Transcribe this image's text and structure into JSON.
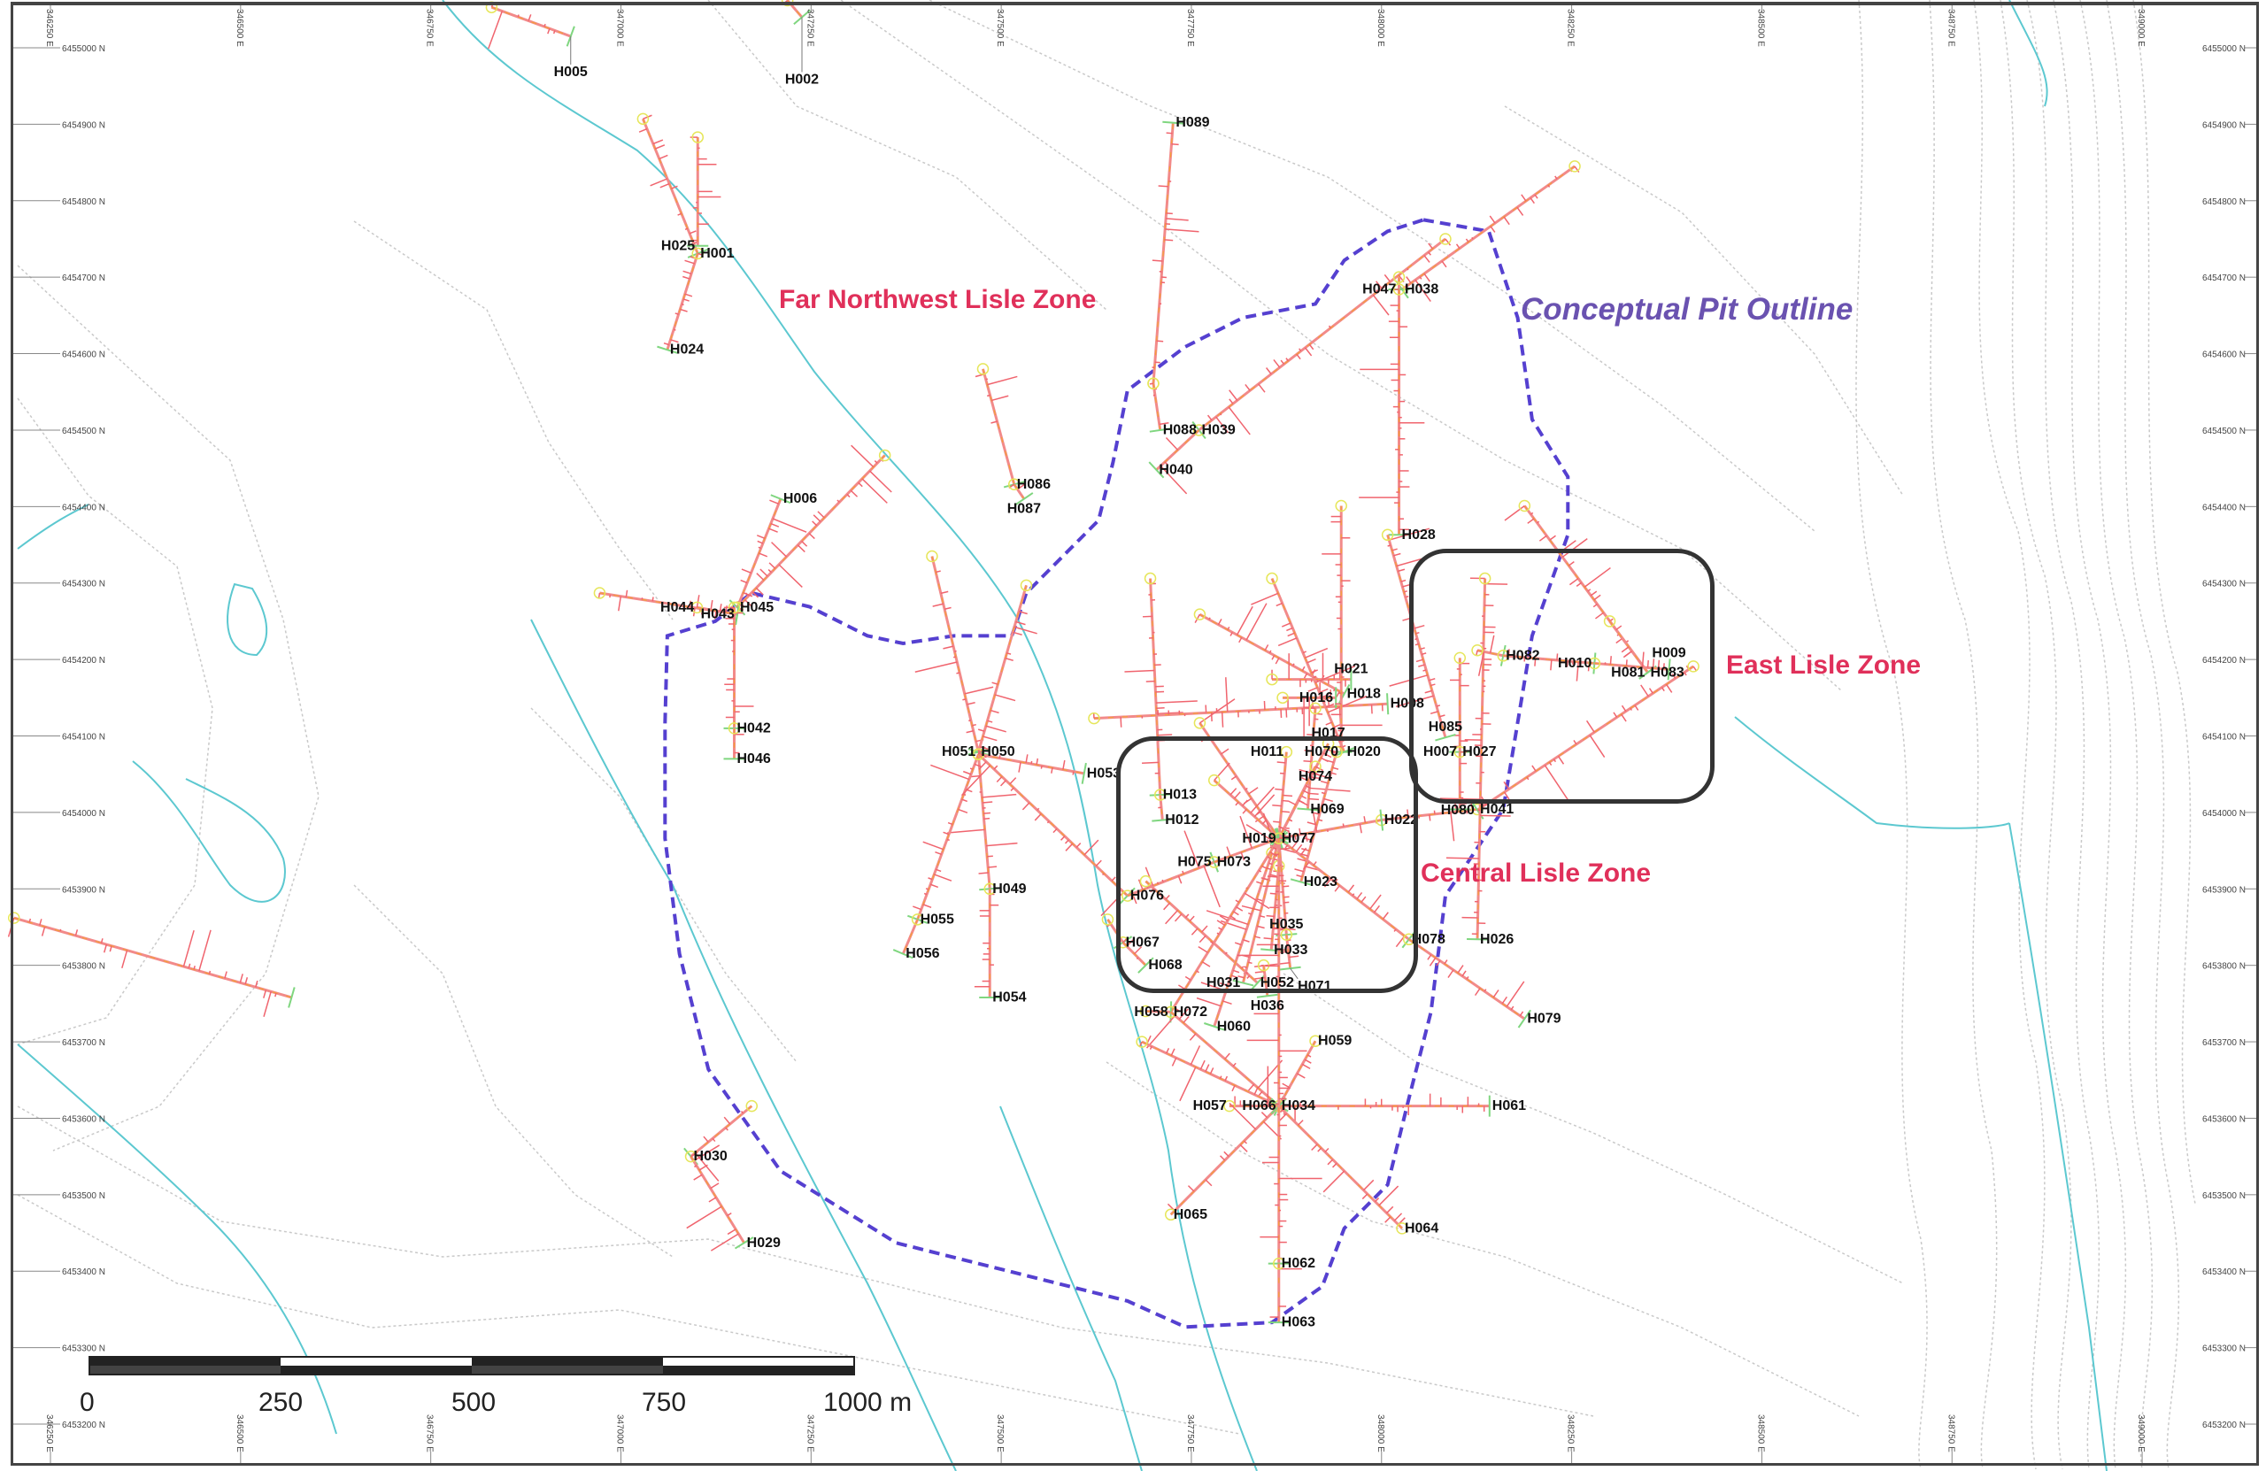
{
  "map": {
    "easting_ticks": [
      346250,
      346500,
      346750,
      347000,
      347250,
      347500,
      347750,
      348000,
      348250,
      348500,
      348750,
      349000
    ],
    "northing_ticks": [
      6455000,
      6454900,
      6454800,
      6454700,
      6454600,
      6454500,
      6454400,
      6454300,
      6454200,
      6454100,
      6454000,
      6453900,
      6453800,
      6453700,
      6453600,
      6453500,
      6453400,
      6453300,
      6453200
    ],
    "easting_suffix": " E",
    "northing_suffix": " N",
    "colors": {
      "trace": "#f28a8a",
      "assay": "#f0646e",
      "highlight": "#f5a623",
      "pit": "#5540d0",
      "zone_text": "#e0305a",
      "stream": "#5cc8d0",
      "contour": "#c8c8c8"
    }
  },
  "zones": {
    "far_northwest": "Far Northwest Lisle Zone",
    "pit_outline": "Conceptual Pit Outline",
    "east": "East Lisle Zone",
    "central": "Central Lisle Zone"
  },
  "scale_bar": {
    "labels": [
      "0",
      "250",
      "500",
      "750",
      "1000 m"
    ]
  },
  "pit_outline": [
    [
      348055,
      6454775
    ],
    [
      348141,
      6454760
    ],
    [
      348179,
      6454647
    ],
    [
      348198,
      6454514
    ],
    [
      348245,
      6454439
    ],
    [
      348245,
      6454363
    ],
    [
      348198,
      6454231
    ],
    [
      348160,
      6454004
    ],
    [
      348084,
      6453891
    ],
    [
      348065,
      6453739
    ],
    [
      348036,
      6453626
    ],
    [
      348008,
      6453513
    ],
    [
      347951,
      6453456
    ],
    [
      347922,
      6453380
    ],
    [
      347856,
      6453333
    ],
    [
      347742,
      6453327
    ],
    [
      347666,
      6453361
    ],
    [
      347514,
      6453399
    ],
    [
      347362,
      6453437
    ],
    [
      347210,
      6453531
    ],
    [
      347115,
      6453664
    ],
    [
      347077,
      6453815
    ],
    [
      347058,
      6453966
    ],
    [
      347058,
      6454117
    ],
    [
      347061,
      6454231
    ],
    [
      347124,
      6454250
    ],
    [
      347172,
      6454287
    ],
    [
      347248,
      6454269
    ],
    [
      347324,
      6454231
    ],
    [
      347371,
      6454221
    ],
    [
      347438,
      6454231
    ],
    [
      347514,
      6454231
    ],
    [
      347533,
      6454287
    ],
    [
      347590,
      6454344
    ],
    [
      347628,
      6454382
    ],
    [
      347647,
      6454458
    ],
    [
      347666,
      6454552
    ],
    [
      347742,
      6454609
    ],
    [
      347818,
      6454647
    ],
    [
      347913,
      6454665
    ],
    [
      347951,
      6454722
    ],
    [
      348008,
      6454760
    ],
    [
      348055,
      6454775
    ]
  ],
  "drillholes": [
    {
      "id": "H005",
      "collar": [
        346830,
        6455053
      ],
      "end": [
        346934,
        6455015
      ]
    },
    {
      "id": "H002",
      "collar": [
        347219,
        6455062
      ],
      "end": [
        347238,
        6455040
      ]
    },
    {
      "id": "H001",
      "collar": [
        347029,
        6454907
      ],
      "end": [
        347101,
        6454731
      ]
    },
    {
      "id": "H025",
      "collar": [
        347101,
        6454883
      ],
      "end": [
        347101,
        6454741
      ]
    },
    {
      "id": "H024",
      "collar": [
        347101,
        6454731
      ],
      "end": [
        347061,
        6454605
      ]
    },
    {
      "id": "H089",
      "collar": [
        347700,
        6454561
      ],
      "end": [
        347726,
        6454902
      ]
    },
    {
      "id": "H088",
      "collar": [
        347700,
        6454561
      ],
      "end": [
        347709,
        6454500
      ]
    },
    {
      "id": "H086",
      "collar": [
        347476,
        6454580
      ],
      "end": [
        347517,
        6454429
      ]
    },
    {
      "id": "H087",
      "collar": [
        347517,
        6454429
      ],
      "end": [
        347530,
        6454410
      ]
    },
    {
      "id": "H038",
      "collar": [
        348254,
        6454845
      ],
      "end": [
        348027,
        6454684
      ]
    },
    {
      "id": "H039",
      "collar": [
        348084,
        6454750
      ],
      "end": [
        347760,
        6454500
      ]
    },
    {
      "id": "H040",
      "collar": [
        347760,
        6454500
      ],
      "end": [
        347704,
        6454448
      ]
    },
    {
      "id": "H047",
      "collar": [
        348023,
        6454700
      ],
      "end": [
        348023,
        6454684
      ]
    },
    {
      "id": "H028",
      "collar": [
        348023,
        6454684
      ],
      "end": [
        348023,
        6454363
      ]
    },
    {
      "id": "H045",
      "collar": [
        347347,
        6454467
      ],
      "end": [
        347153,
        6454268
      ]
    },
    {
      "id": "H006",
      "collar": [
        347153,
        6454268
      ],
      "end": [
        347210,
        6454410
      ]
    },
    {
      "id": "H043",
      "collar": [
        346972,
        6454287
      ],
      "end": [
        347153,
        6454259
      ]
    },
    {
      "id": "H044",
      "collar": [
        347100,
        6454268
      ],
      "end": [
        347153,
        6454259
      ]
    },
    {
      "id": "H042",
      "collar": [
        347149,
        6454268
      ],
      "end": [
        347149,
        6454110
      ]
    },
    {
      "id": "H046",
      "collar": [
        347149,
        6454110
      ],
      "end": [
        347149,
        6454070
      ]
    },
    {
      "id": "H050",
      "collar": [
        347409,
        6454335
      ],
      "end": [
        347470,
        6454079
      ]
    },
    {
      "id": "H051",
      "collar": [
        347533,
        6454297
      ],
      "end": [
        347470,
        6454079
      ]
    },
    {
      "id": "H053",
      "collar": [
        347470,
        6454076
      ],
      "end": [
        347609,
        6454051
      ]
    },
    {
      "id": "H049",
      "collar": [
        347470,
        6454076
      ],
      "end": [
        347485,
        6453900
      ]
    },
    {
      "id": "H054",
      "collar": [
        347485,
        6453900
      ],
      "end": [
        347485,
        6453758
      ]
    },
    {
      "id": "H055",
      "collar": [
        347470,
        6454076
      ],
      "end": [
        347390,
        6453860
      ]
    },
    {
      "id": "H056",
      "collar": [
        347390,
        6453860
      ],
      "end": [
        347371,
        6453815
      ]
    },
    {
      "id": "H076",
      "collar": [
        347470,
        6454076
      ],
      "end": [
        347666,
        6453891
      ]
    },
    {
      "id": "H013",
      "collar": [
        347696,
        6454306
      ],
      "end": [
        347709,
        6454023
      ]
    },
    {
      "id": "H012",
      "collar": [
        347709,
        6454023
      ],
      "end": [
        347712,
        6453990
      ]
    },
    {
      "id": "H008",
      "collar": [
        347622,
        6454123
      ],
      "end": [
        348008,
        6454142
      ]
    },
    {
      "id": "H018",
      "collar": [
        347761,
        6454259
      ],
      "end": [
        347951,
        6454155
      ]
    },
    {
      "id": "H021",
      "collar": [
        347856,
        6454174
      ],
      "end": [
        347960,
        6454174
      ]
    },
    {
      "id": "H016",
      "collar": [
        347870,
        6454150
      ],
      "end": [
        347940,
        6454150
      ]
    },
    {
      "id": "H020",
      "collar": [
        347856,
        6454306
      ],
      "end": [
        347951,
        6454079
      ]
    },
    {
      "id": "H070",
      "collar": [
        347947,
        6454401
      ],
      "end": [
        347947,
        6454079
      ]
    },
    {
      "id": "H069",
      "collar": [
        347913,
        6454136
      ],
      "end": [
        347903,
        6454004
      ]
    },
    {
      "id": "H077",
      "collar": [
        347761,
        6454117
      ],
      "end": [
        347865,
        6453966
      ]
    },
    {
      "id": "H019",
      "collar": [
        347780,
        6454042
      ],
      "end": [
        347865,
        6453966
      ]
    },
    {
      "id": "H011",
      "collar": [
        347875,
        6454079
      ],
      "end": [
        347865,
        6453966
      ]
    },
    {
      "id": "H017",
      "collar": [
        347930,
        6454090
      ],
      "end": [
        347865,
        6453966
      ]
    },
    {
      "id": "H074",
      "collar": [
        347913,
        6454060
      ],
      "end": [
        347865,
        6453966
      ]
    },
    {
      "id": "H023",
      "collar": [
        347941,
        6454079
      ],
      "end": [
        347894,
        6453909
      ]
    },
    {
      "id": "H022",
      "collar": [
        348000,
        6453990
      ],
      "end": [
        347865,
        6453966
      ]
    },
    {
      "id": "H041",
      "collar": [
        348126,
        6454004
      ],
      "end": [
        348000,
        6453990
      ]
    },
    {
      "id": "H080",
      "collar": [
        348410,
        6454191
      ],
      "end": [
        348126,
        6454003
      ]
    },
    {
      "id": "H078",
      "collar": [
        347865,
        6453966
      ],
      "end": [
        348036,
        6453834
      ]
    },
    {
      "id": "H079",
      "collar": [
        348036,
        6453834
      ],
      "end": [
        348188,
        6453730
      ]
    },
    {
      "id": "H026",
      "collar": [
        348136,
        6454306
      ],
      "end": [
        348126,
        6453834
      ]
    },
    {
      "id": "H027",
      "collar": [
        348103,
        6454202
      ],
      "end": [
        348103,
        6454079
      ]
    },
    {
      "id": "H007",
      "collar": [
        348103,
        6454079
      ],
      "end": [
        348103,
        6454004
      ]
    },
    {
      "id": "H083",
      "collar": [
        348188,
        6454401
      ],
      "end": [
        348350,
        6454183
      ]
    },
    {
      "id": "H081",
      "collar": [
        348300,
        6454250
      ],
      "end": [
        348350,
        6454183
      ]
    },
    {
      "id": "H085",
      "collar": [
        348008,
        6454363
      ],
      "end": [
        348084,
        6454098
      ]
    },
    {
      "id": "H082",
      "collar": [
        348126,
        6454212
      ],
      "end": [
        348160,
        6454205
      ]
    },
    {
      "id": "H010",
      "collar": [
        348160,
        6454205
      ],
      "end": [
        348280,
        6454195
      ]
    },
    {
      "id": "H009",
      "collar": [
        348280,
        6454195
      ],
      "end": [
        348378,
        6454187
      ]
    },
    {
      "id": "H073",
      "collar": [
        347666,
        6453891
      ],
      "end": [
        347780,
        6453935
      ]
    },
    {
      "id": "H075",
      "collar": [
        347780,
        6453935
      ],
      "end": [
        347865,
        6453966
      ]
    },
    {
      "id": "H052",
      "collar": [
        347690,
        6453910
      ],
      "end": [
        347837,
        6453777
      ]
    },
    {
      "id": "H060",
      "collar": [
        347856,
        6453947
      ],
      "end": [
        347780,
        6453720
      ]
    },
    {
      "id": "H031",
      "collar": [
        347865,
        6453966
      ],
      "end": [
        347818,
        6453777
      ]
    },
    {
      "id": "H033",
      "collar": [
        347865,
        6453930
      ],
      "end": [
        347855,
        6453820
      ]
    },
    {
      "id": "H035",
      "collar": [
        347865,
        6453966
      ],
      "end": [
        347875,
        6453840
      ]
    },
    {
      "id": "H071",
      "collar": [
        347875,
        6453840
      ],
      "end": [
        347880,
        6453796
      ]
    },
    {
      "id": "H036",
      "collar": [
        347845,
        6453800
      ],
      "end": [
        347850,
        6453760
      ]
    },
    {
      "id": "H067",
      "collar": [
        347640,
        6453860
      ],
      "end": [
        347660,
        6453830
      ]
    },
    {
      "id": "H068",
      "collar": [
        347660,
        6453830
      ],
      "end": [
        347690,
        6453800
      ]
    },
    {
      "id": "H072",
      "collar": [
        347723,
        6453739
      ],
      "end": [
        347865,
        6453966
      ]
    },
    {
      "id": "H058",
      "collar": [
        347690,
        6453740
      ],
      "end": [
        347723,
        6453739
      ]
    },
    {
      "id": "H034",
      "collar": [
        347723,
        6453739
      ],
      "end": [
        347865,
        6453616
      ]
    },
    {
      "id": "H066",
      "collar": [
        347685,
        6453700
      ],
      "end": [
        347865,
        6453616
      ]
    },
    {
      "id": "H059",
      "collar": [
        347913,
        6453701
      ],
      "end": [
        347865,
        6453616
      ]
    },
    {
      "id": "H057",
      "collar": [
        347800,
        6453616
      ],
      "end": [
        347865,
        6453616
      ]
    },
    {
      "id": "H061",
      "collar": [
        347865,
        6453616
      ],
      "end": [
        348142,
        6453616
      ]
    },
    {
      "id": "H065",
      "collar": [
        347723,
        6453474
      ],
      "end": [
        347865,
        6453616
      ]
    },
    {
      "id": "H064",
      "collar": [
        348027,
        6453456
      ],
      "end": [
        347865,
        6453616
      ]
    },
    {
      "id": "H062",
      "collar": [
        347865,
        6453966
      ],
      "end": [
        347865,
        6453410
      ]
    },
    {
      "id": "H063",
      "collar": [
        347865,
        6453410
      ],
      "end": [
        347865,
        6453333
      ]
    },
    {
      "id": "H030",
      "collar": [
        347172,
        6453616
      ],
      "end": [
        347092,
        6453550
      ]
    },
    {
      "id": "H029",
      "collar": [
        347092,
        6453550
      ],
      "end": [
        347162,
        6453437
      ]
    },
    {
      "id": "",
      "collar": [
        346202,
        6453862
      ],
      "end": [
        346567,
        6453758
      ]
    }
  ]
}
